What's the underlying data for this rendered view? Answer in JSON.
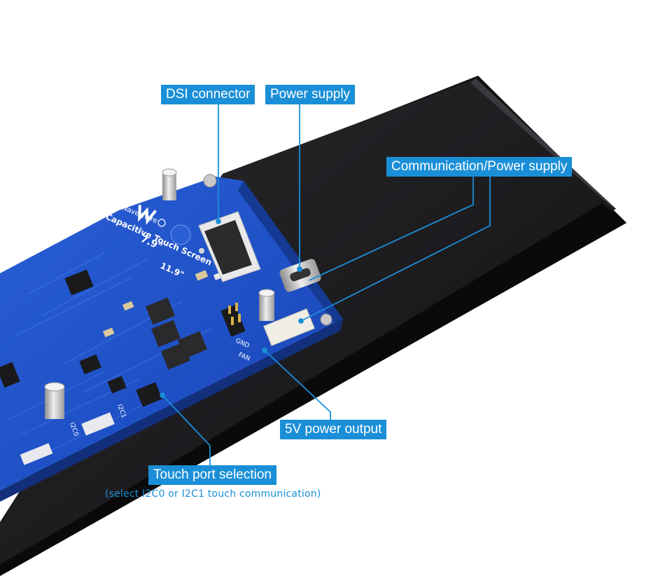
{
  "callouts": {
    "dsi_connector": "DSI connector",
    "power_supply": "Power supply",
    "communication_power_supply": "Communication/Power supply",
    "five_v_power_output": "5V power output",
    "touch_port_selection": "Touch port selection",
    "touch_port_note": "(select I2C0 or I2C1 touch communication)"
  },
  "board_silkscreen": {
    "brand": "Waveshare",
    "model_a": "7.9\"",
    "model_b": "11.9\"",
    "product": "Capacitive Touch Screen",
    "label_gnd": "GND",
    "label_fan": "FAN",
    "label_i2c0": "I2C0",
    "label_i2c1": "I2C1"
  },
  "colors": {
    "callout_bg": "#1a8fd8",
    "callout_line": "#1a8fd8",
    "pcb_blue": "#1f4fc2",
    "panel_black": "#1b1b1d"
  }
}
